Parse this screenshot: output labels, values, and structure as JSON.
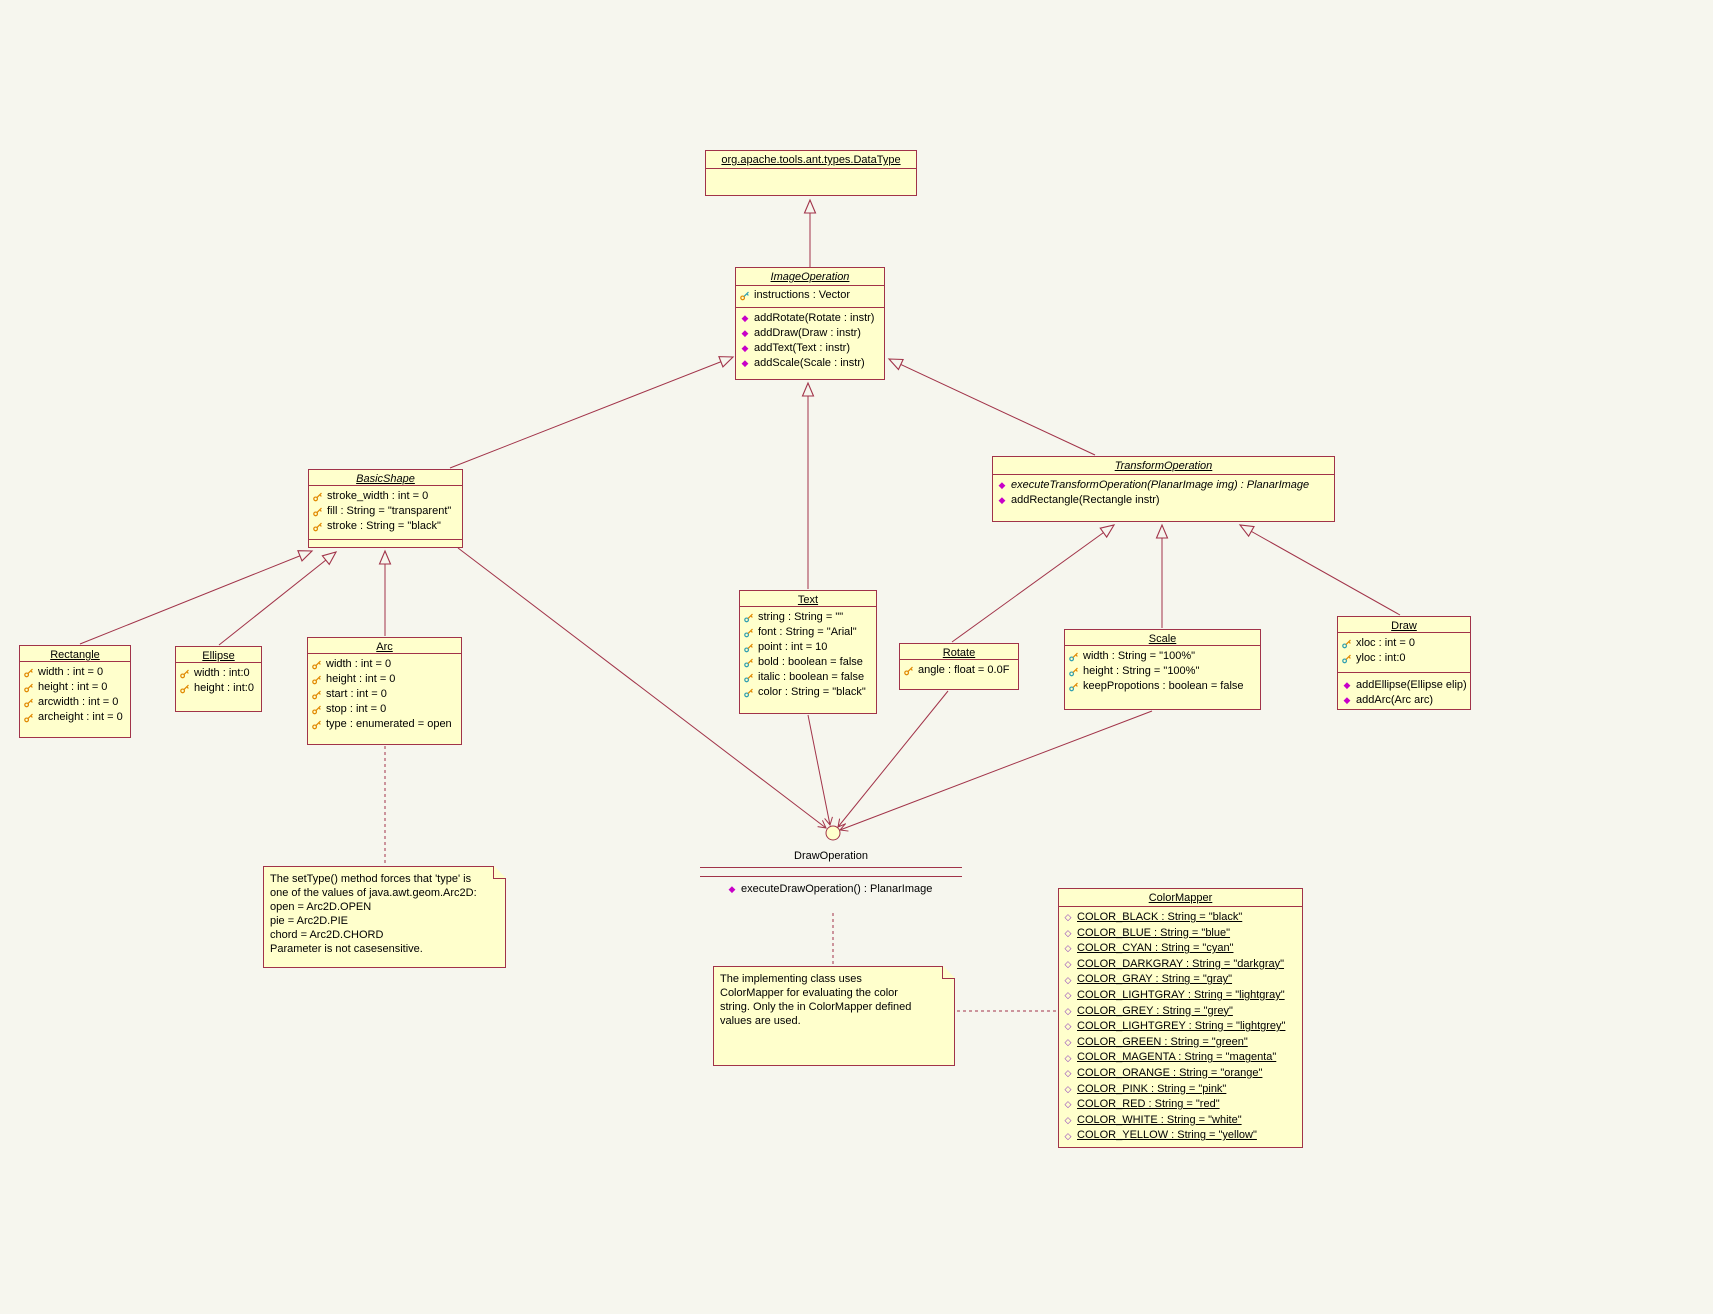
{
  "colors": {
    "background": "#F6F6EE",
    "box_fill": "#FFFFCC",
    "border_line": "#A13349",
    "method_icon": "#C800C8",
    "static_field_icon": "#8833BB",
    "attribute_icon_gold": "#E08800",
    "attribute_icon_teal": "#2E9FB0"
  },
  "icons": {
    "attribute_icon": "key",
    "method_icon": "filled-diamond",
    "static_field_icon": "hollow-diamond",
    "interface_icon": "lollipop-circle",
    "inheritance_arrow": "hollow-triangle",
    "note_corner": "folded-corner"
  },
  "classes": {
    "datatype": {
      "title": "org.apache.tools.ant.types.DataType"
    },
    "image_operation": {
      "title": "ImageOperation",
      "abstract": true,
      "attributes": [
        "instructions : Vector"
      ],
      "methods": [
        "addRotate(Rotate : instr)",
        "addDraw(Draw : instr)",
        "addText(Text : instr)",
        "addScale(Scale : instr)"
      ]
    },
    "basic_shape": {
      "title": "BasicShape",
      "abstract": true,
      "attributes": [
        "stroke_width : int = 0",
        "fill : String = \"transparent\"",
        "stroke : String = \"black\""
      ]
    },
    "transform_operation": {
      "title": "TransformOperation",
      "abstract": true,
      "methods": [
        "executeTransformOperation(PlanarImage img) : PlanarImage",
        "addRectangle(Rectangle instr)"
      ]
    },
    "rectangle": {
      "title": "Rectangle",
      "attributes": [
        "width : int = 0",
        "height : int = 0",
        "arcwidth : int = 0",
        "archeight : int = 0"
      ]
    },
    "ellipse": {
      "title": "Ellipse",
      "attributes": [
        "width : int:0",
        "height : int:0"
      ]
    },
    "arc": {
      "title": "Arc",
      "attributes": [
        "width : int = 0",
        "height : int = 0",
        "start : int = 0",
        "stop : int = 0",
        "type : enumerated = open"
      ]
    },
    "text": {
      "title": "Text",
      "attributes": [
        "string : String = \"\"",
        "font : String = \"Arial\"",
        "point : int = 10",
        "bold : boolean = false",
        "italic : boolean = false",
        "color : String = \"black\""
      ]
    },
    "rotate": {
      "title": "Rotate",
      "attributes": [
        "angle : float = 0.0F"
      ]
    },
    "scale": {
      "title": "Scale",
      "attributes": [
        "width : String = \"100%\"",
        "height : String = \"100%\"",
        "keepPropotions : boolean = false"
      ]
    },
    "draw": {
      "title": "Draw",
      "attributes": [
        "xloc : int = 0",
        "yloc : int:0"
      ],
      "methods": [
        "addEllipse(Ellipse elip)",
        "addArc(Arc arc)"
      ]
    },
    "color_mapper": {
      "title": "ColorMapper",
      "static_fields": [
        "COLOR_BLACK : String = \"black\"",
        "COLOR_BLUE : String = \"blue\"",
        "COLOR_CYAN : String = \"cyan\"",
        "COLOR_DARKGRAY : String = \"darkgray\"",
        "COLOR_GRAY : String = \"gray\"",
        "COLOR_LIGHTGRAY : String = \"lightgray\"",
        "COLOR_GREY : String = \"grey\"",
        "COLOR_LIGHTGREY : String = \"lightgrey\"",
        "COLOR_GREEN : String = \"green\"",
        "COLOR_MAGENTA : String = \"magenta\"",
        "COLOR_ORANGE : String = \"orange\"",
        "COLOR_PINK : String = \"pink\"",
        "COLOR_RED : String = \"red\"",
        "COLOR_WHITE : String = \"white\"",
        "COLOR_YELLOW : String = \"yellow\""
      ]
    }
  },
  "interface": {
    "name": "DrawOperation",
    "methods": [
      "executeDrawOperation() : PlanarImage"
    ]
  },
  "notes": {
    "arc_type_note": {
      "lines": [
        "The setType() method forces that 'type' is",
        "one of the values of java.awt.geom.Arc2D:",
        "open = Arc2D.OPEN",
        "pie = Arc2D.PIE",
        "chord = Arc2D.CHORD",
        "Parameter is not casesensitive."
      ]
    },
    "color_mapper_note": {
      "lines": [
        "The implementing class uses",
        "ColorMapper for evaluating the color",
        "string. Only the in ColorMapper defined",
        "values are used."
      ]
    }
  }
}
